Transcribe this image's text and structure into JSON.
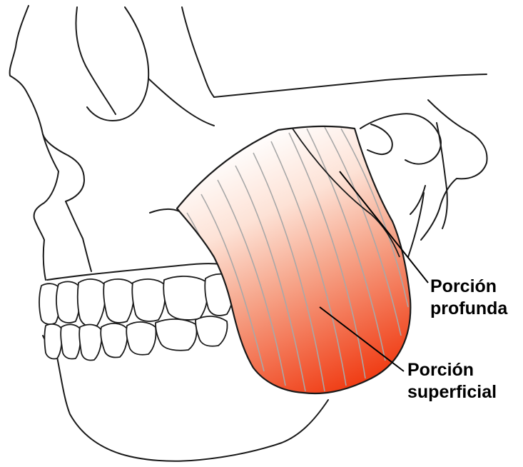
{
  "colors": {
    "muscle_light": "#ffffff",
    "muscle_mid": "#f6a58a",
    "muscle_dark": "#f03c14",
    "outline": "#1a1a1a",
    "fiber": "#a8a8a8",
    "label_text": "#000000"
  },
  "labels": {
    "deep_portion": {
      "line1": "Porción",
      "line2": "profunda"
    },
    "superficial_portion": {
      "line1": "Porción",
      "line2": "superficial"
    }
  }
}
